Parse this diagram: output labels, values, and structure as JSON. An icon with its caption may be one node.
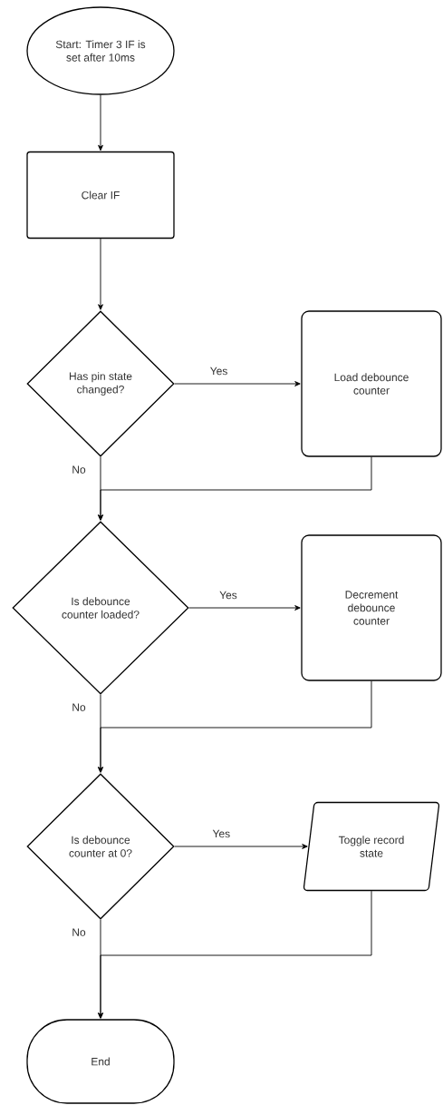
{
  "diagram": {
    "nodes": [
      {
        "text": [
          "Start: Timer 3 IF is set after 10ms"
        ]
      },
      {
        "text": [
          "Clear IF"
        ]
      },
      {
        "text": [
          "Has pin state changed?"
        ]
      },
      {
        "text": [
          "Load debounce counter"
        ]
      },
      {
        "text": [
          "Is debounce counter loaded?"
        ]
      },
      {
        "text": [
          "Decrement debounce counter"
        ]
      },
      {
        "text": [
          "Is debounce counter at 0?"
        ]
      },
      {
        "text": [
          "Toggle record state"
        ]
      },
      {
        "text": [
          "End"
        ]
      }
    ],
    "edges": [
      {
        "from": 0,
        "to": 1,
        "arrow": "to"
      },
      {
        "from": 1,
        "to": 2,
        "arrow": "to"
      },
      {
        "from": 2,
        "to": 3,
        "arrow": "to",
        "label": "Yes"
      },
      {
        "from": 2,
        "to": 4,
        "arrow": "to",
        "label": "No"
      },
      {
        "from": 3,
        "to": 4,
        "arrow": "to"
      },
      {
        "from": 4,
        "to": 5,
        "arrow": "to",
        "label": "Yes"
      },
      {
        "from": 4,
        "to": 6,
        "arrow": "to",
        "label": "No"
      },
      {
        "from": 5,
        "to": 6,
        "arrow": "to"
      },
      {
        "from": 6,
        "to": 7,
        "arrow": "to",
        "label": "Yes"
      },
      {
        "from": 6,
        "to": 8,
        "arrow": "to",
        "label": "No"
      },
      {
        "from": 7,
        "to": 8,
        "arrow": "to"
      }
    ]
  }
}
